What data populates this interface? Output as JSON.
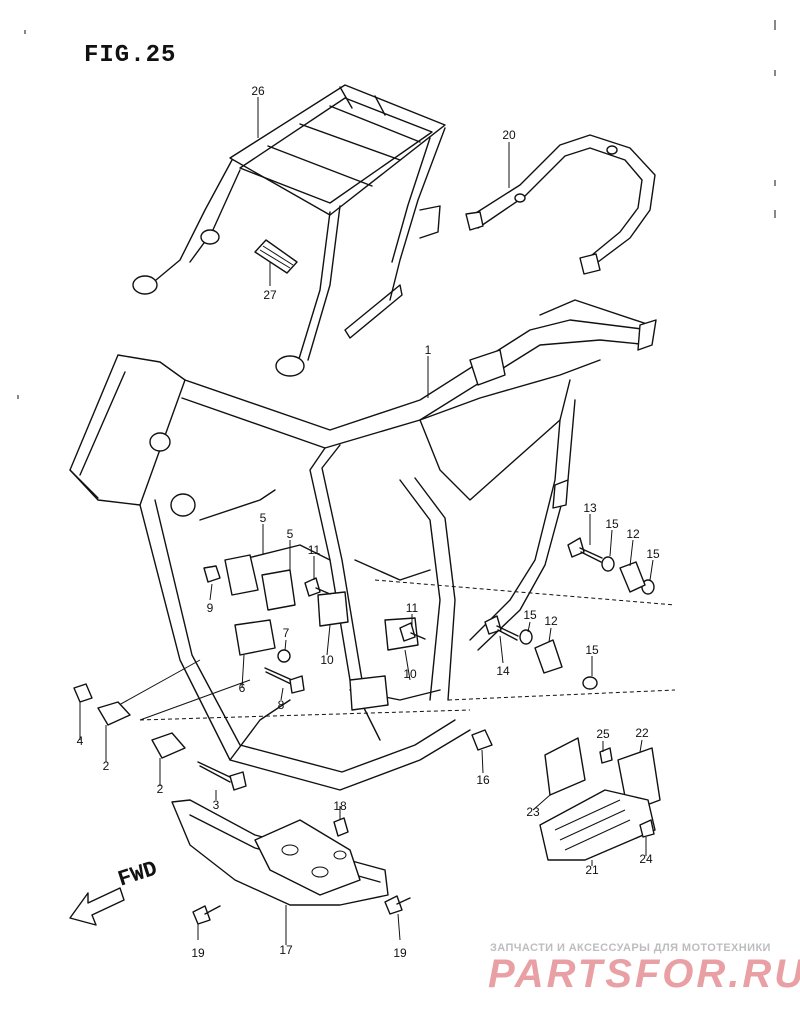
{
  "figure": {
    "title": "FIG.25",
    "fwd_label": "FWD"
  },
  "callouts": [
    "26",
    "20",
    "27",
    "1",
    "5",
    "5",
    "11",
    "13",
    "15",
    "12",
    "15",
    "9",
    "7",
    "11",
    "15",
    "12",
    "10",
    "10",
    "6",
    "8",
    "14",
    "15",
    "4",
    "2",
    "2",
    "3",
    "25",
    "22",
    "16",
    "18",
    "23",
    "24",
    "21",
    "19",
    "19",
    "17"
  ],
  "watermark": {
    "tagline": "ЗАПЧАСТИ И АКСЕССУАРЫ ДЛЯ МОТОТЕХНИКИ",
    "brand": "PARTSFOR.RU",
    "color": "#e9a0a4"
  }
}
